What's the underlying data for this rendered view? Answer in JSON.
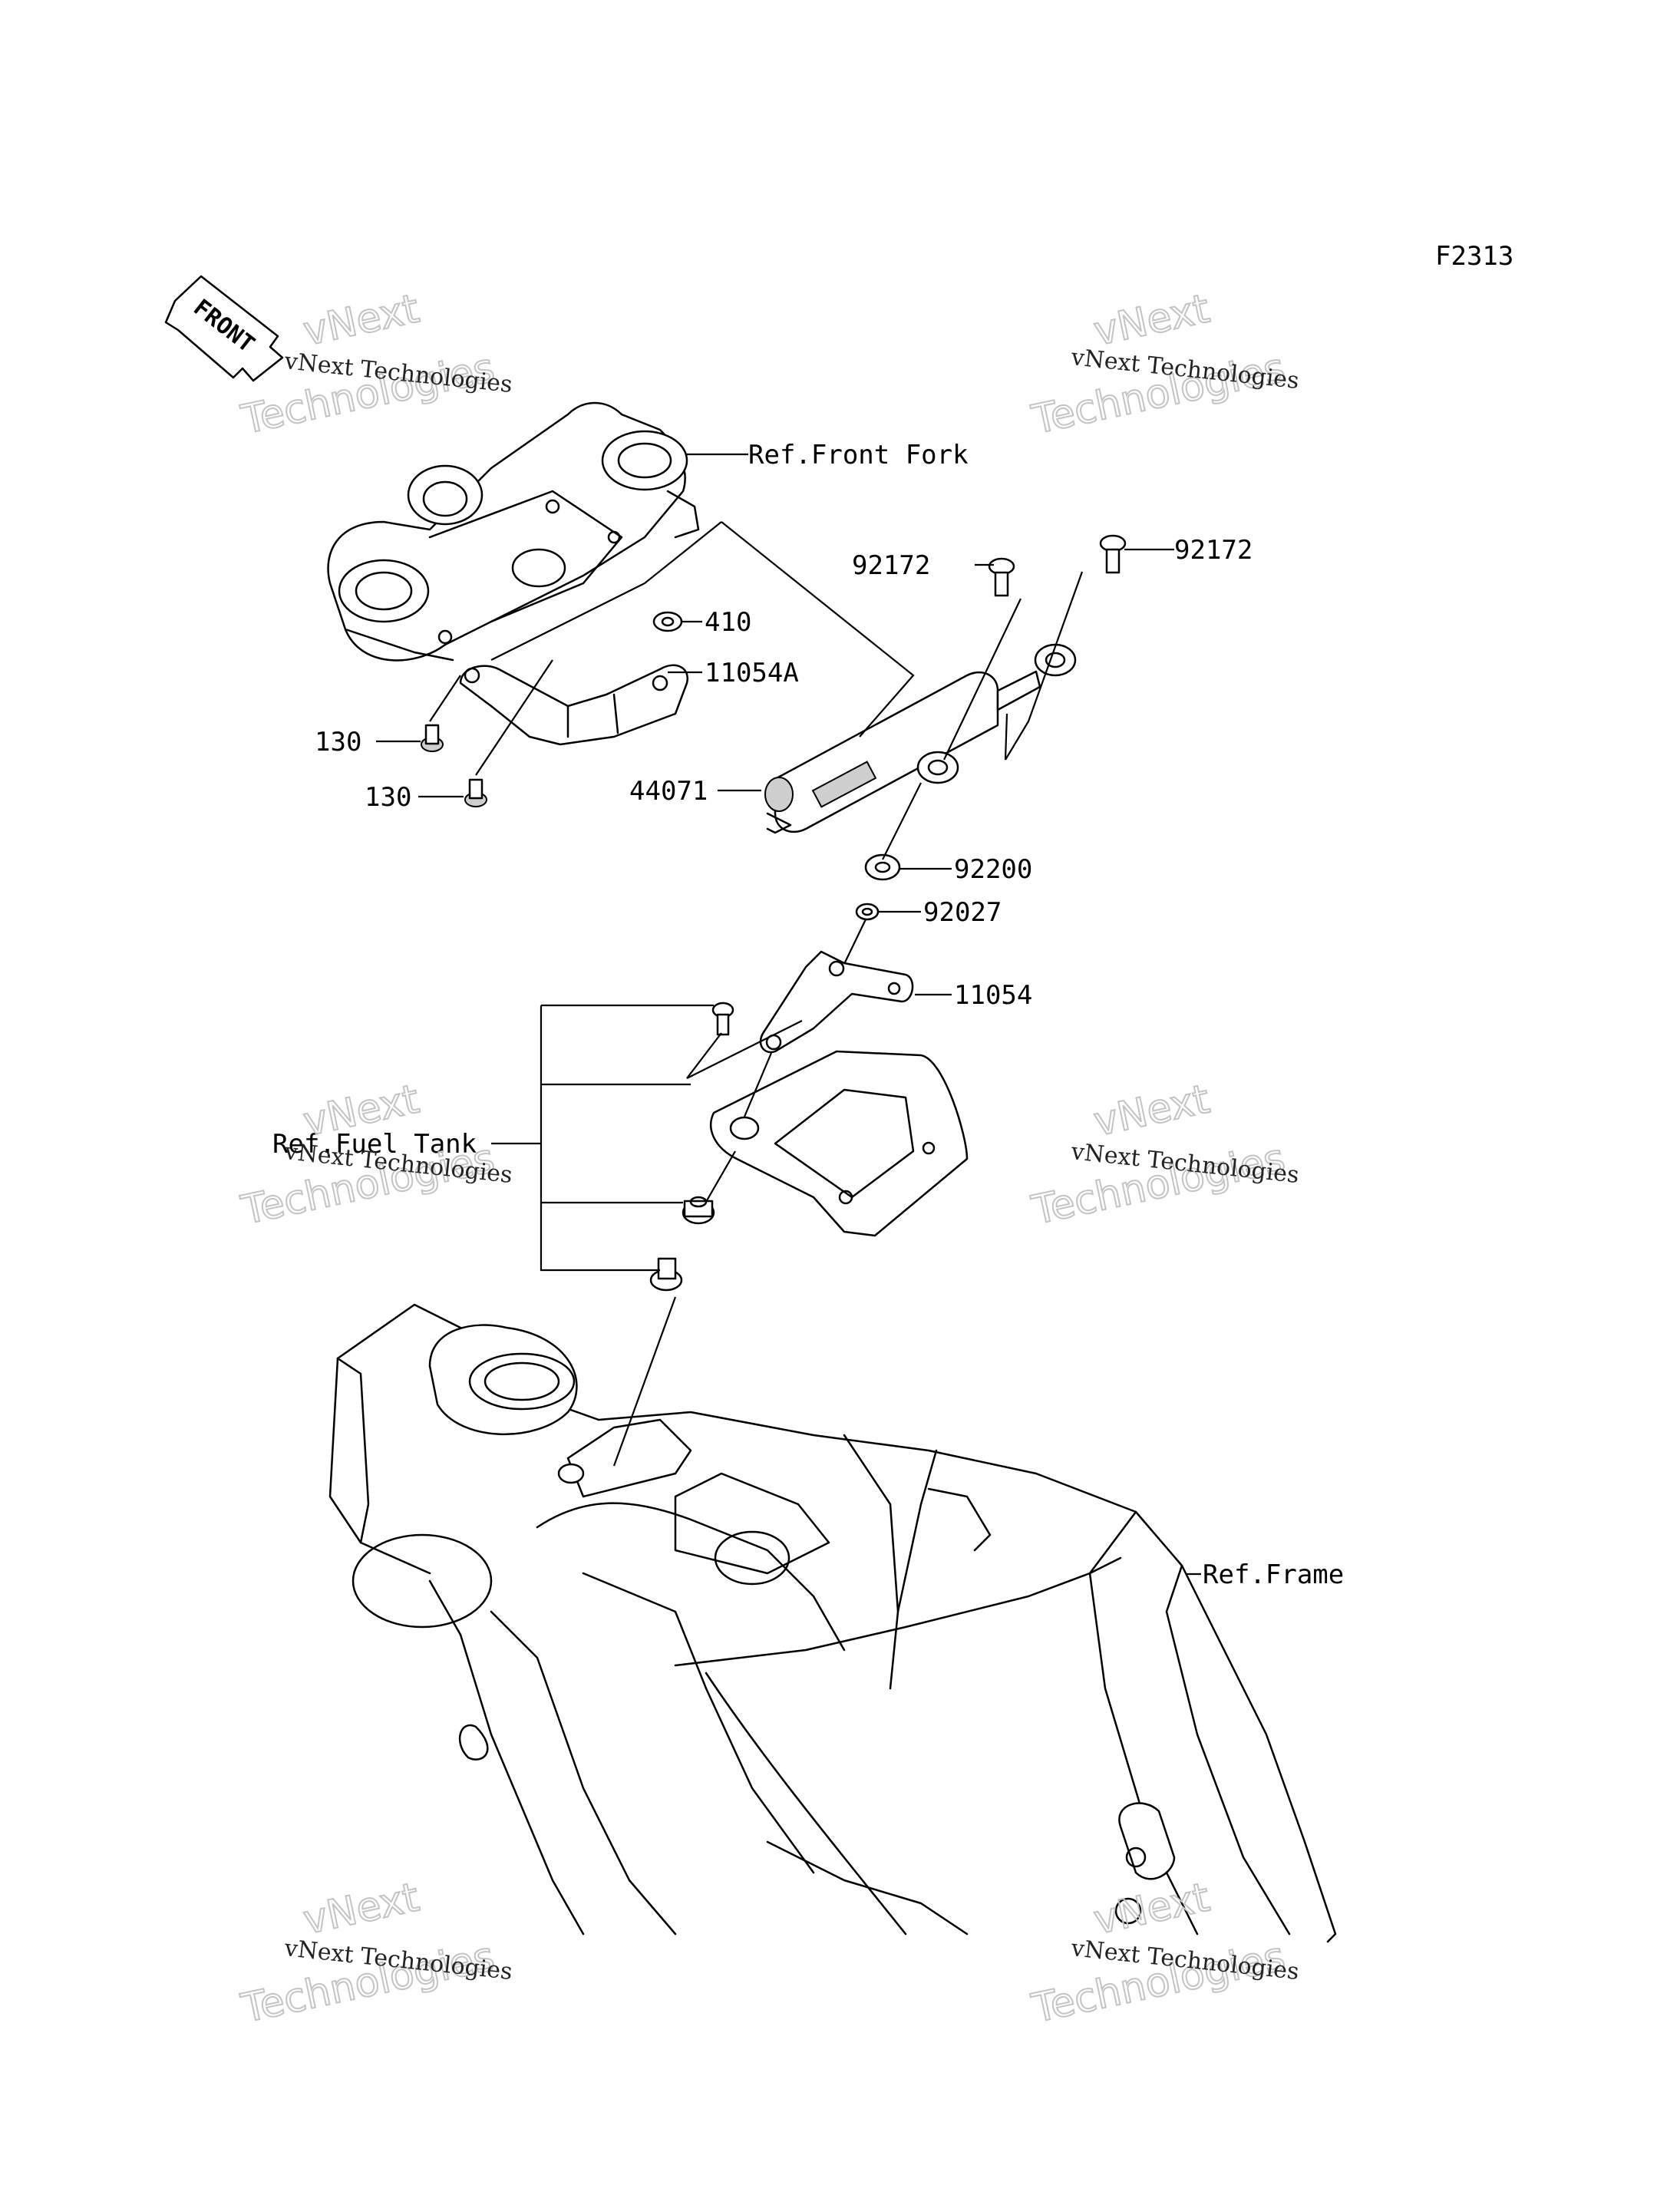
{
  "figure_code": "F2313",
  "front_arrow_label": "FRONT",
  "references": {
    "front_fork": "Ref.Front Fork",
    "fuel_tank": "Ref.Fuel Tank",
    "frame": "Ref.Frame"
  },
  "part_numbers": {
    "bolt_left": "92172",
    "bolt_right": "92172",
    "washer_410": "410",
    "bracket_upper": "11054A",
    "bolt_130_a": "130",
    "bolt_130_b": "130",
    "steering_damper": "44071",
    "washer_92200": "92200",
    "nut_92027": "92027",
    "bracket_lower": "11054"
  },
  "watermark": {
    "company": "vNext Technologies",
    "large_line1": "vNext",
    "large_line2": "Technologies"
  }
}
